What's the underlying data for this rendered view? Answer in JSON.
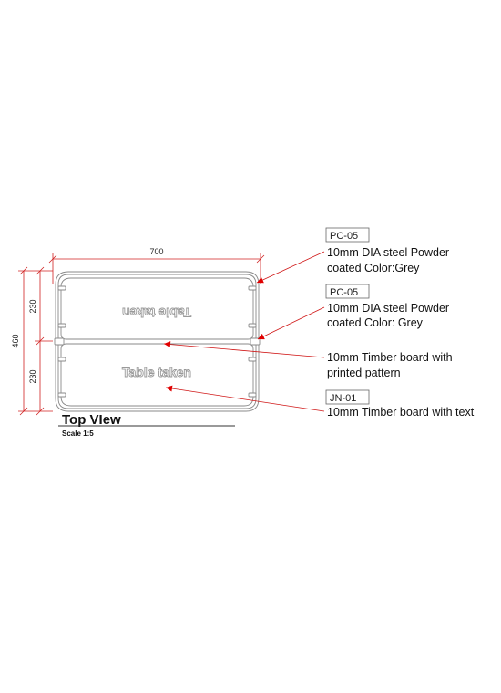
{
  "dimensions": {
    "width": "700",
    "total_height": "460",
    "upper_height": "230",
    "lower_height": "230"
  },
  "boards": {
    "upper_text": "Table taken",
    "lower_text": "Table taken"
  },
  "callouts": [
    {
      "tag": "PC-05",
      "line1": "10mm DIA steel Powder",
      "line2": "coated Color:Grey"
    },
    {
      "tag": "PC-05",
      "line1": "10mm DIA steel Powder",
      "line2": "coated Color: Grey"
    },
    {
      "tag": "",
      "line1": "10mm Timber board with",
      "line2": "printed pattern"
    },
    {
      "tag": "JN-01",
      "line1": "10mm Timber board with text",
      "line2": ""
    }
  ],
  "view": {
    "title": "Top VIew",
    "scale": "Scale 1:5"
  },
  "colors": {
    "dimension": "#d02020",
    "outline": "#8a8a8a",
    "leader": "#d01818"
  }
}
